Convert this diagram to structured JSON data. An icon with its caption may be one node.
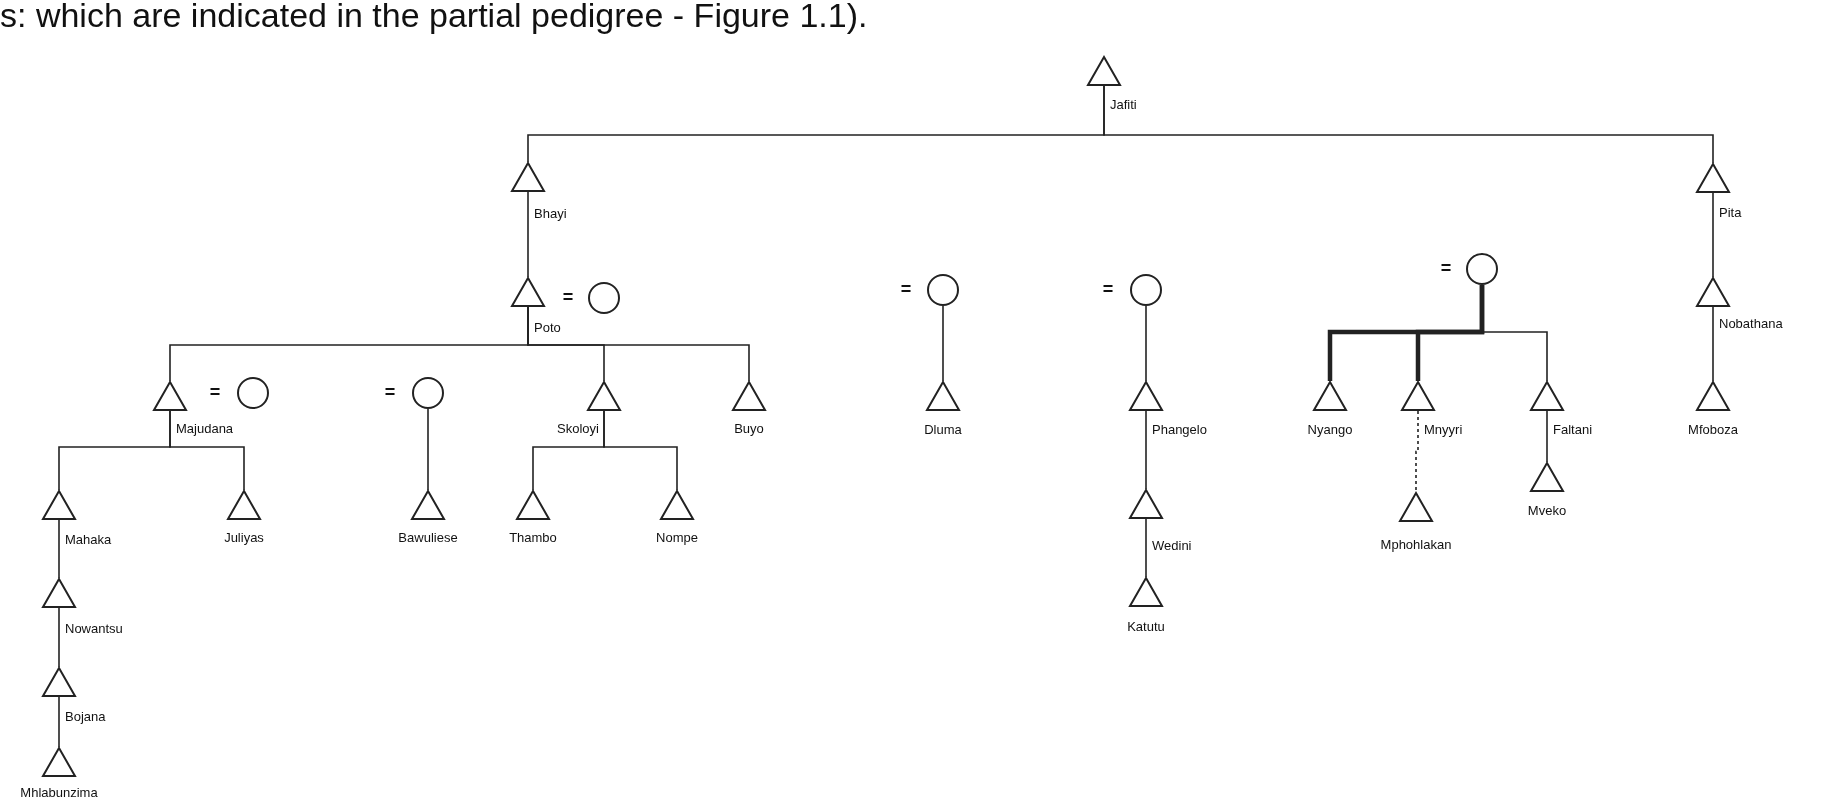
{
  "diagram": {
    "nodes": [
      {
        "text": [
          "Jafiti"
        ]
      },
      {
        "text": [
          "Bhayi"
        ]
      },
      {
        "text": [
          "Pita"
        ]
      },
      {
        "text": [
          "Poto"
        ]
      },
      {
        "text": [],
        "shape": "circle"
      },
      {
        "text": [],
        "shape": "circle"
      },
      {
        "text": [
          "Nobathana"
        ]
      },
      {
        "text": [
          "Majudana"
        ]
      },
      {
        "text": [],
        "shape": "circle"
      },
      {
        "text": [],
        "shape": "circle"
      },
      {
        "text": [
          "Skoloyi"
        ]
      },
      {
        "text": [
          "Buyo"
        ]
      },
      {
        "text": [],
        "shape": "circle"
      },
      {
        "text": [],
        "shape": "circle"
      },
      {
        "text": [
          "Mfoboza"
        ]
      },
      {
        "text": [
          "Dluma"
        ]
      },
      {
        "text": [
          "Phangelo"
        ]
      },
      {
        "text": [
          "Nyango"
        ]
      },
      {
        "text": [
          "Mnyyri"
        ]
      },
      {
        "text": [
          "Faltani"
        ]
      },
      {
        "text": [
          "Mahaka"
        ]
      },
      {
        "text": [
          "Juliyas"
        ]
      },
      {
        "text": [
          "Bawuliese"
        ]
      },
      {
        "text": [
          "Thambo"
        ]
      },
      {
        "text": [
          "Nompe"
        ]
      },
      {
        "text": [
          "Mveko"
        ]
      },
      {
        "text": [
          "Wedini"
        ]
      },
      {
        "text": [
          "Mphohlakan"
        ]
      },
      {
        "text": [
          "Nowantsu"
        ]
      },
      {
        "text": [
          "Katutu"
        ]
      },
      {
        "text": [
          "Bojana"
        ]
      },
      {
        "text": [
          "Mhlabunzima"
        ]
      }
    ],
    "edges": [
      {
        "from": 0,
        "to": 1,
        "arrow": "none"
      },
      {
        "from": 0,
        "to": 2,
        "arrow": "none"
      },
      {
        "from": 1,
        "to": 3,
        "arrow": "none"
      },
      {
        "from": 3,
        "to": 7,
        "arrow": "none"
      },
      {
        "from": 3,
        "to": 10,
        "arrow": "none"
      },
      {
        "from": 3,
        "to": 11,
        "arrow": "none"
      },
      {
        "from": 2,
        "to": 6,
        "arrow": "none"
      },
      {
        "from": 6,
        "to": 14,
        "arrow": "none"
      },
      {
        "from": 7,
        "to": 20,
        "arrow": "none"
      },
      {
        "from": 7,
        "to": 21,
        "arrow": "none"
      },
      {
        "from": 9,
        "to": 22,
        "arrow": "none"
      },
      {
        "from": 10,
        "to": 23,
        "arrow": "none"
      },
      {
        "from": 10,
        "to": 24,
        "arrow": "none"
      },
      {
        "from": 12,
        "to": 15,
        "arrow": "none"
      },
      {
        "from": 13,
        "to": 16,
        "arrow": "none"
      },
      {
        "from": 16,
        "to": 26,
        "arrow": "none"
      },
      {
        "from": 26,
        "to": 29,
        "arrow": "none"
      },
      {
        "from": 5,
        "to": 17,
        "arrow": "none",
        "style": "thick"
      },
      {
        "from": 5,
        "to": 18,
        "arrow": "none",
        "style": "thick"
      },
      {
        "from": 5,
        "to": 19,
        "arrow": "none"
      },
      {
        "from": 18,
        "to": 27,
        "arrow": "none",
        "style": "dashed"
      },
      {
        "from": 19,
        "to": 25,
        "arrow": "none"
      },
      {
        "from": 20,
        "to": 28,
        "arrow": "none"
      },
      {
        "from": 28,
        "to": 30,
        "arrow": "none"
      },
      {
        "from": 30,
        "to": 31,
        "arrow": "none"
      }
    ],
    "labels": [
      "s: which are indicated in the partial pedigree - Figure 1.1).",
      "=",
      "=",
      "=",
      "=",
      "=",
      "="
    ]
  }
}
